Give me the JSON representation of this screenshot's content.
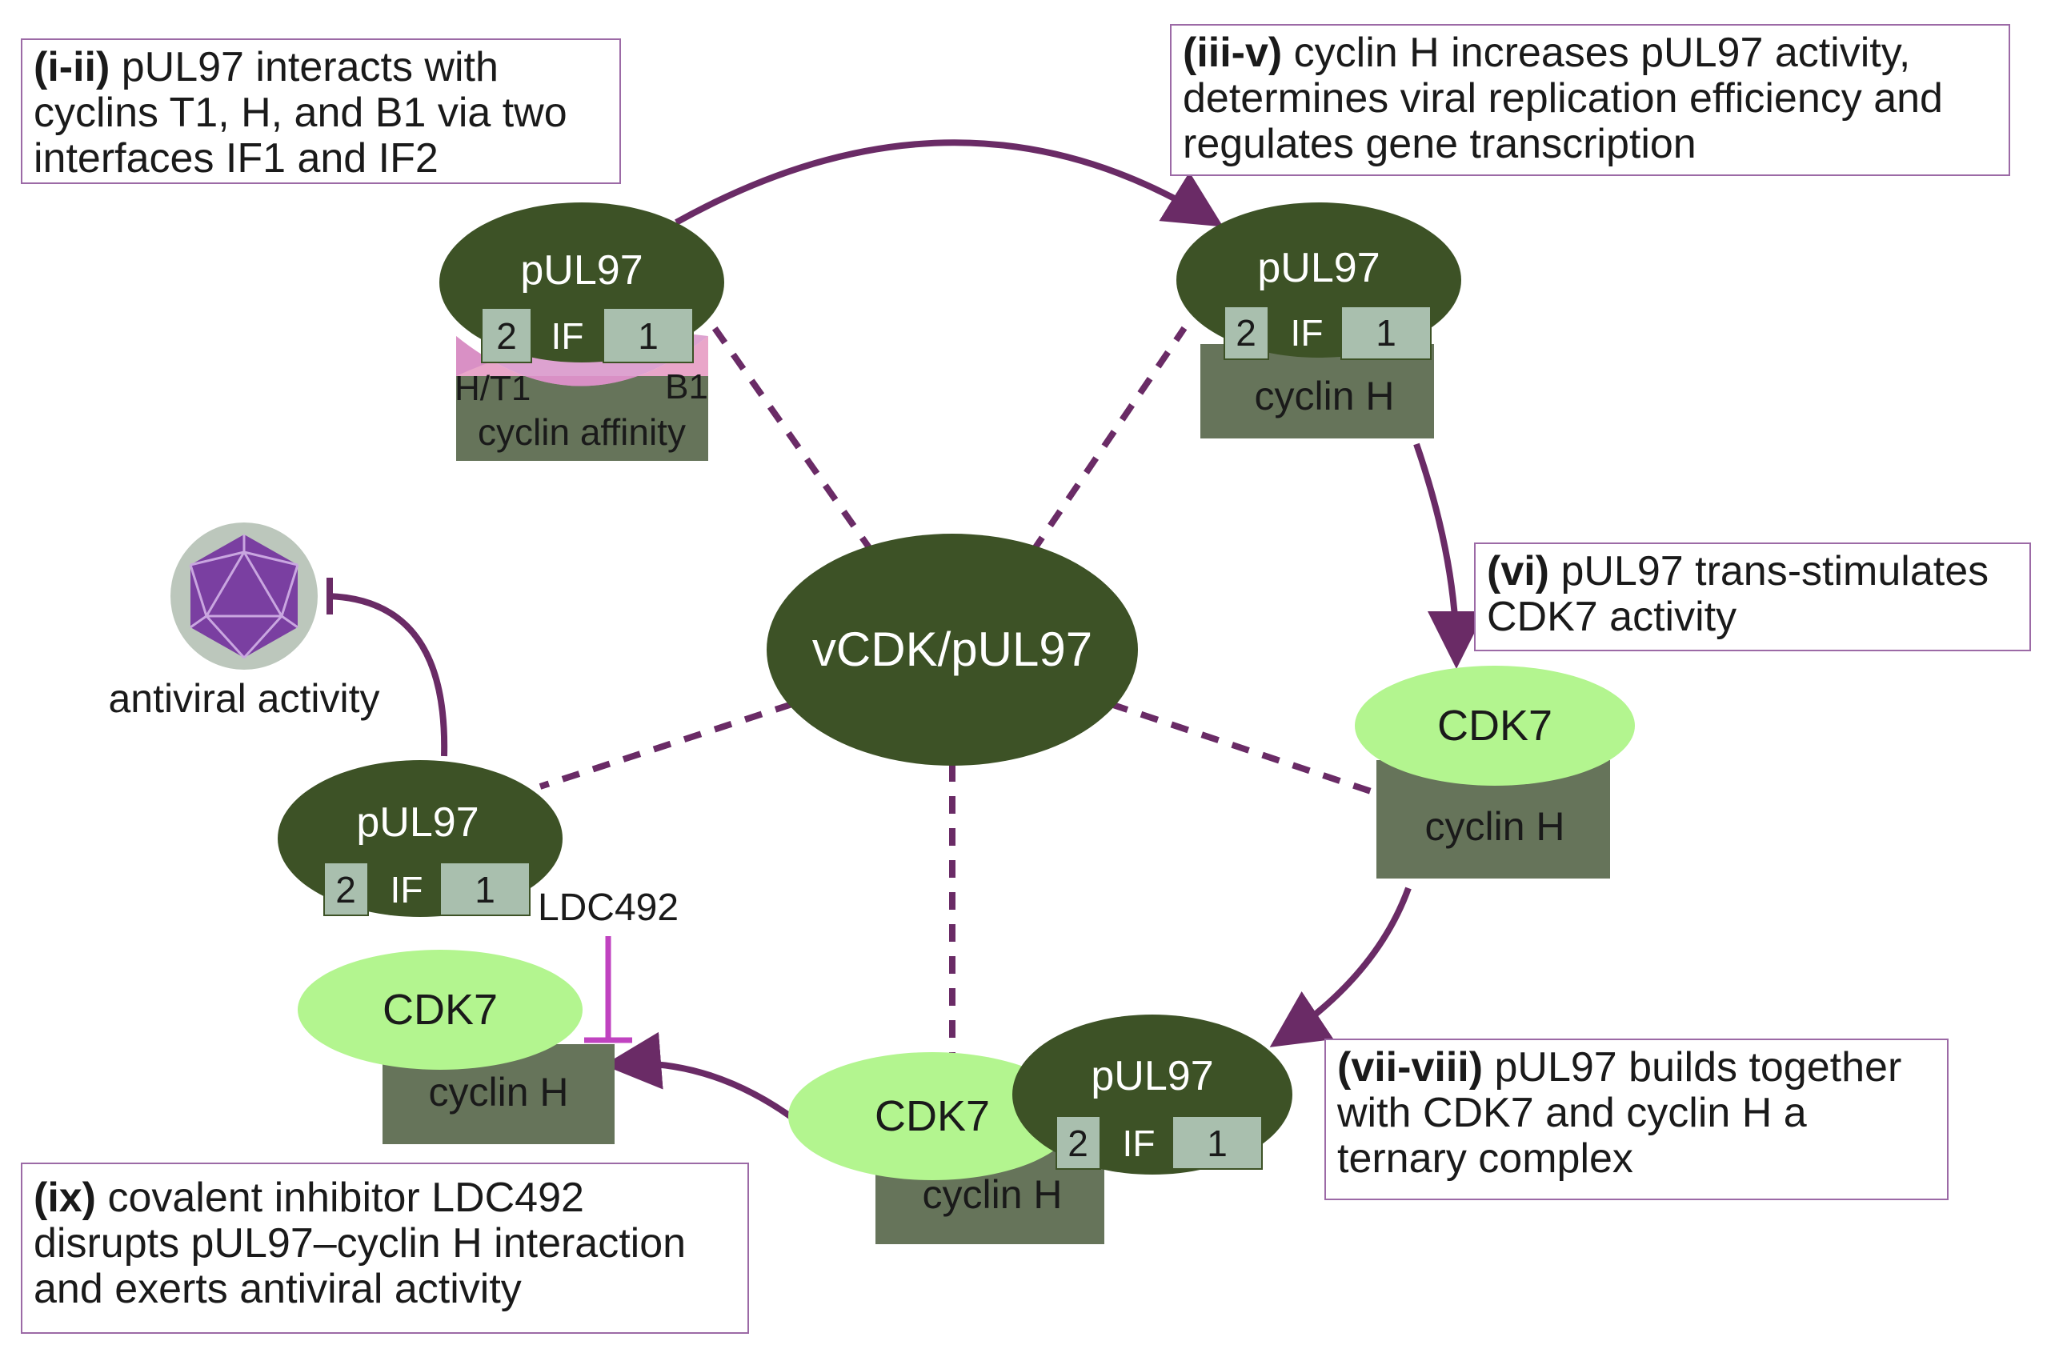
{
  "captions": {
    "c1": {
      "bold": "(i-ii)",
      "lines": [
        " pUL97 interacts with",
        "cyclins T1, H, and B1 via two",
        "interfaces IF1 and IF2"
      ]
    },
    "c2": {
      "bold": "(iii-v)",
      "lines": [
        " cyclin H increases pUL97 activity,",
        "determines viral replication efficiency and",
        "regulates gene transcription"
      ]
    },
    "c3": {
      "bold": "(vi)",
      "lines": [
        " pUL97 trans-stimulates",
        "CDK7 activity"
      ]
    },
    "c4": {
      "bold": "(vii-viii)",
      "lines": [
        " pUL97 builds together",
        "with CDK7 and cyclin H a",
        "ternary complex"
      ]
    },
    "c5": {
      "bold": "(ix)",
      "lines": [
        " covalent inhibitor LDC492",
        "disrupts pUL97–cyclin H interaction",
        "and exerts antiviral activity"
      ]
    }
  },
  "center_label": "vCDK/pUL97",
  "pul97_label": "pUL97",
  "if_label": "IF",
  "if_site_2": "2",
  "if_site_1": "1",
  "cdk7_label": "CDK7",
  "cyclin_h_label": "cyclin H",
  "ht1_label": "H/T1",
  "b1_label": "B1",
  "cyclin_affinity_label": "cyclin affinity",
  "antiviral_label": "antiviral activity",
  "inhibitor_label": "LDC492",
  "colors": {
    "dark_green": "#3d5226",
    "cyclin_green": "#66745a",
    "light_green": "#b3f58f",
    "if_box": "#a9bfae",
    "arrow_purple": "#6a2b66",
    "inhibit_magenta": "#c043c0",
    "caption_border": "#9c6aa6",
    "virus_bg": "#bcc7bc",
    "virus_purple": "#7a3fa1"
  },
  "icons": {
    "virus": "icosahedral-virion-icon"
  }
}
